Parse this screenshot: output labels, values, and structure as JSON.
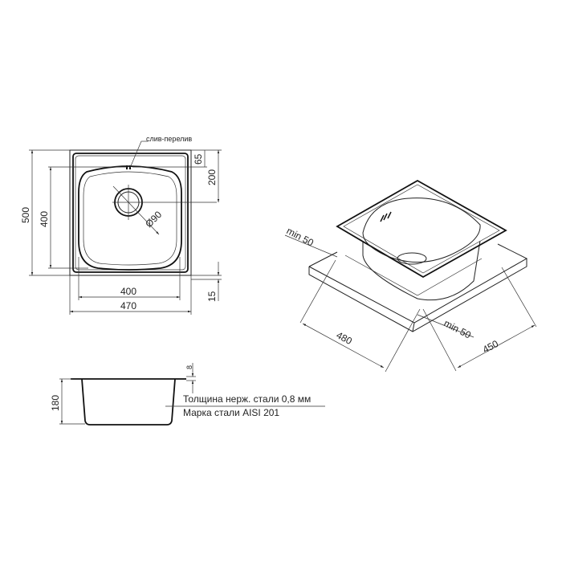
{
  "top_view": {
    "label_overflow": "слив-перелив",
    "dim_total_length": "500",
    "dim_bowl_length": "400",
    "dim_rim_to_overflow": "65",
    "dim_rim_to_drain": "200",
    "dim_drain_diameter": "Ø90",
    "dim_bowl_width": "400",
    "dim_total_width": "470",
    "dim_rim_offset": "15"
  },
  "iso_view": {
    "dim_min_left": "min 50",
    "dim_min_right": "min 50",
    "dim_cutout_length": "480",
    "dim_cutout_width": "450"
  },
  "side_view": {
    "dim_depth": "180",
    "dim_rim_height": "8",
    "note_thickness": "Толщина нерж. стали 0,8 мм",
    "note_grade": "Марка стали AISI 201"
  }
}
